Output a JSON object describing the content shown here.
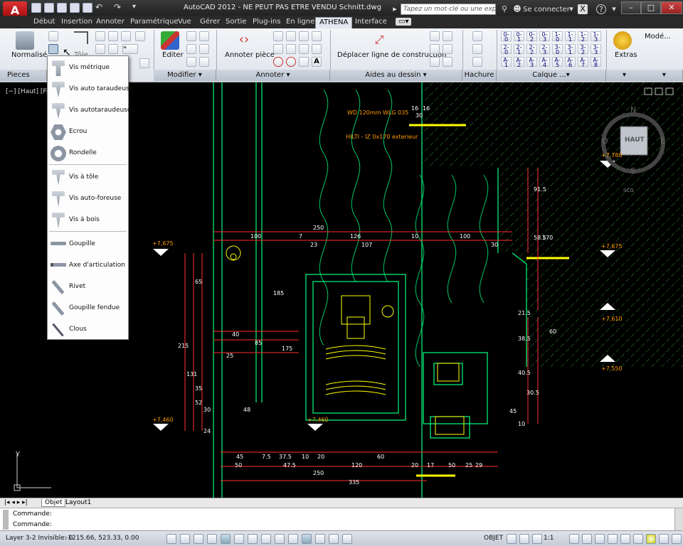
{
  "titlebar": {
    "app_logo": "A",
    "window_title": "AutoCAD 2012 - NE PEUT PAS ETRE VENDU     Schnitt.dwg",
    "search_placeholder": "Tapez un mot-clé ou une expression",
    "signin": "Se connecter",
    "icons": [
      "new-icon",
      "open-icon",
      "save-icon",
      "saveas-icon",
      "print-icon",
      "undo-icon",
      "redo-icon",
      "search-icon",
      "binoculars-icon",
      "user-icon",
      "exchange-icon",
      "help-icon"
    ],
    "win_buttons": [
      "minimize",
      "maximize",
      "close"
    ]
  },
  "tabs": [
    "Début",
    "Insertion",
    "Annoter",
    "Paramétrique",
    "Vue",
    "Gérer",
    "Sortie",
    "Plug-ins",
    "En ligne",
    "ATHENA",
    "Interface"
  ],
  "active_tab": "ATHENA",
  "ribbon": {
    "normalise": "Normalisé",
    "tole": "Tôle",
    "editer": "Editer",
    "annoter_piece": "Annoter pièce",
    "deplacer": "Déplacer ligne de construction",
    "extras": "Extras",
    "mode": "Modé...",
    "panels": [
      "Pieces normal...",
      "Modifier ▾",
      "Annoter ▾",
      "Aides au dessin ▾",
      "Hachure ▾",
      "Calque ...▾"
    ],
    "calque_buttons": [
      [
        "0-0",
        "0-1",
        "0-2",
        "0-3",
        "1-0",
        "1-1",
        "1-2",
        "1-3"
      ],
      [
        "2-0",
        "2-1",
        "2-2",
        "2-3",
        "3-0",
        "3-1",
        "3-2",
        "3-3"
      ],
      [
        "A-1",
        "A-2",
        "A-3",
        "A-4",
        "A-5",
        "A-6",
        "A-7",
        "A-8"
      ]
    ]
  },
  "flyout": {
    "items": [
      "Vis métrique",
      "Vis auto taraudeuse",
      "Vis autotaraudeuses",
      "Ecrou",
      "Rondelle",
      "Vis à tôle",
      "Vis auto-foreuse",
      "Vis à bois",
      "Goupille",
      "Axe d'articulation",
      "Rivet",
      "Goupille fendue",
      "Clous"
    ]
  },
  "drawing": {
    "view_label": "[−] [Haut] [Fila",
    "viewcube": {
      "top": "HAUT",
      "n": "N",
      "s": "S",
      "e": "E",
      "o": "O",
      "ucs": "SCG"
    },
    "levels": [
      "+7,675",
      "+7,780",
      "+7,675",
      "+7,610",
      "+7,550",
      "+7,460",
      "+7,460"
    ],
    "dims_top": [
      "100",
      "7",
      "250",
      "126",
      "100",
      "23",
      "107",
      "10",
      "30"
    ],
    "dims_bottom": [
      "45",
      "7.5",
      "37.5",
      "10",
      "50",
      "47.5",
      "20",
      "120",
      "60",
      "20",
      "17",
      "250",
      "335",
      "50",
      "25",
      "29"
    ],
    "dims_left": [
      "65",
      "215",
      "131",
      "35",
      "52",
      "30",
      "48",
      "24",
      "40",
      "25",
      "185",
      "85",
      "175"
    ],
    "dims_right": [
      "91.5",
      "58.5",
      "170",
      "21.5",
      "38.5",
      "40.5",
      "30.5",
      "45",
      "10",
      "60"
    ],
    "notes": [
      "WD 120mm WLG 035",
      "HILTI - IZ 0x170 exterieur",
      "16",
      "16",
      "30"
    ],
    "axis_y": "Y"
  },
  "layout_tabs": [
    "Objet",
    "Layout1"
  ],
  "command": {
    "line1": "Commande:",
    "line2": "Commande:"
  },
  "status": {
    "layer": "Layer 3-2 Invisible: 0",
    "coords": "-1215.66, 523.33, 0.00",
    "objet": "OBJET",
    "scale": "1:1"
  },
  "colors": {
    "bg": "#000000",
    "green": "#00ff7f",
    "yellow": "#ffff00",
    "red": "#ff3030",
    "orange": "#ff9a00",
    "hatch": "#3faa3f",
    "blue": "#4da3ff",
    "cyan": "#00e0e0",
    "white": "#e0e0e0"
  }
}
